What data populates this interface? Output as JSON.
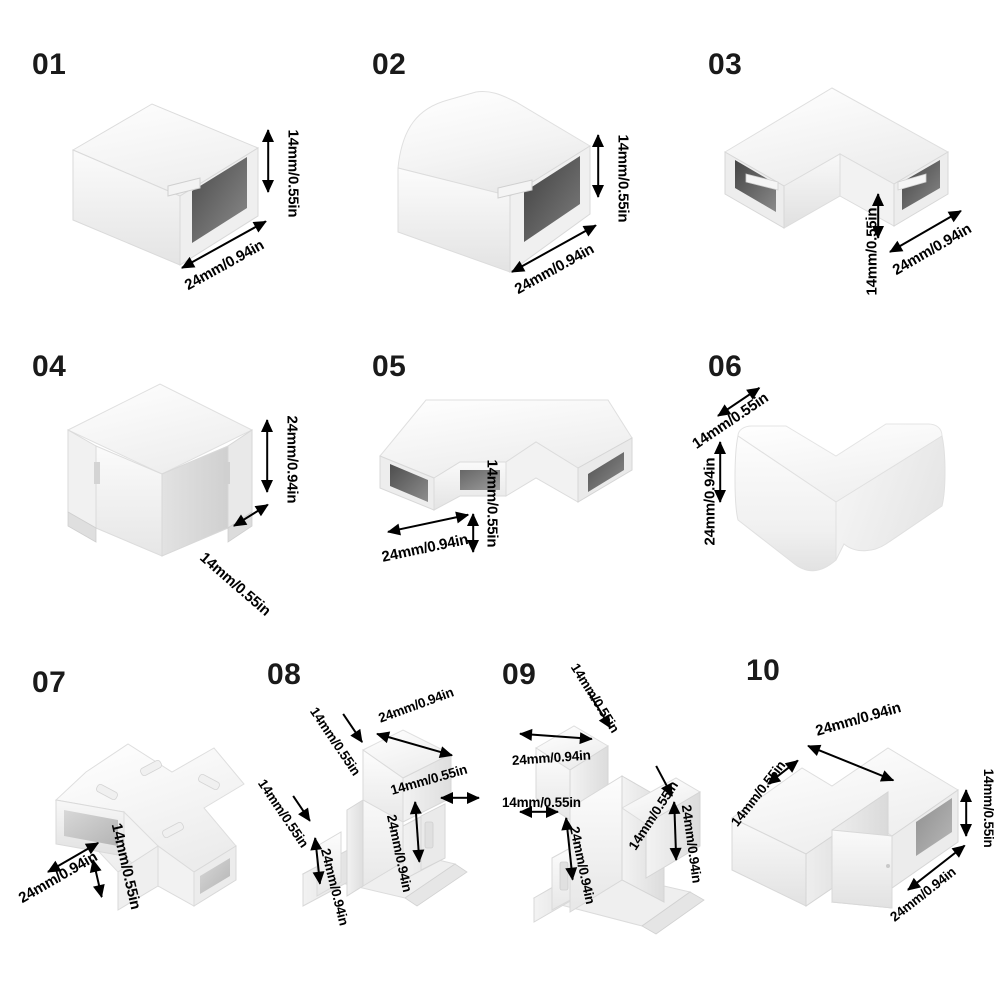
{
  "page": {
    "background": "#ffffff",
    "ink": "#000000",
    "product": "cable-trunking-accessories",
    "dim_small": "14mm/0.55in",
    "dim_large": "24mm/0.94in"
  },
  "items": [
    {
      "number": "01",
      "name": "straight-coupler",
      "labels": [
        {
          "text": "14mm/0.55in",
          "role": "height"
        },
        {
          "text": "24mm/0.94in",
          "role": "width"
        }
      ]
    },
    {
      "number": "02",
      "name": "end-cap",
      "labels": [
        {
          "text": "14mm/0.55in",
          "role": "height"
        },
        {
          "text": "24mm/0.94in",
          "role": "width"
        }
      ]
    },
    {
      "number": "03",
      "name": "flat-elbow",
      "labels": [
        {
          "text": "14mm/0.55in",
          "role": "height"
        },
        {
          "text": "24mm/0.94in",
          "role": "width"
        }
      ]
    },
    {
      "number": "04",
      "name": "internal-corner",
      "labels": [
        {
          "text": "24mm/0.94in",
          "role": "height"
        },
        {
          "text": "14mm/0.55in",
          "role": "depth"
        }
      ]
    },
    {
      "number": "05",
      "name": "tee-junction",
      "labels": [
        {
          "text": "24mm/0.94in",
          "role": "width"
        },
        {
          "text": "14mm/0.55in",
          "role": "height"
        }
      ]
    },
    {
      "number": "06",
      "name": "external-corner",
      "labels": [
        {
          "text": "14mm/0.55in",
          "role": "depth"
        },
        {
          "text": "24mm/0.94in",
          "role": "height"
        }
      ]
    },
    {
      "number": "07",
      "name": "cross-junction",
      "labels": [
        {
          "text": "24mm/0.94in",
          "role": "width"
        },
        {
          "text": "14mm/0.55in",
          "role": "height"
        }
      ]
    },
    {
      "number": "08",
      "name": "three-way-internal-corner",
      "labels": [
        {
          "text": "14mm/0.55in",
          "role": "top-left-depth"
        },
        {
          "text": "24mm/0.94in",
          "role": "top-right-width"
        },
        {
          "text": "14mm/0.55in",
          "role": "left-depth"
        },
        {
          "text": "24mm/0.94in",
          "role": "left-height"
        },
        {
          "text": "14mm/0.55in",
          "role": "right-depth"
        },
        {
          "text": "24mm/0.94in",
          "role": "right-height"
        }
      ]
    },
    {
      "number": "09",
      "name": "three-way-corner-mirrored",
      "labels": [
        {
          "text": "14mm/0.55in",
          "role": "top-depth"
        },
        {
          "text": "24mm/0.94in",
          "role": "top-width"
        },
        {
          "text": "14mm/0.55in",
          "role": "left-depth"
        },
        {
          "text": "24mm/0.94in",
          "role": "left-height"
        },
        {
          "text": "14mm/0.55in",
          "role": "right-depth"
        },
        {
          "text": "24mm/0.94in",
          "role": "right-height"
        }
      ]
    },
    {
      "number": "10",
      "name": "crossover-bridge",
      "labels": [
        {
          "text": "14mm/0.55in",
          "role": "left-depth"
        },
        {
          "text": "24mm/0.94in",
          "role": "span-width"
        },
        {
          "text": "14mm/0.55in",
          "role": "right-height"
        },
        {
          "text": "24mm/0.94in",
          "role": "right-width"
        }
      ]
    }
  ]
}
